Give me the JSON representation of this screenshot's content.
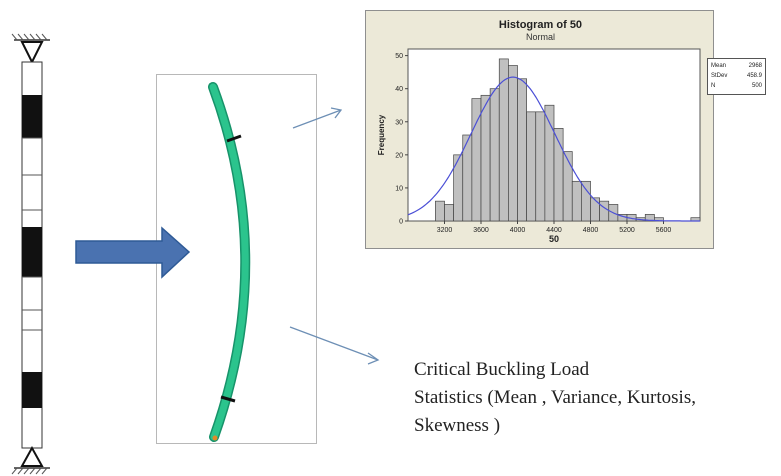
{
  "chart_data": {
    "type": "bar",
    "title": "Histogram of 50",
    "subtitle": "Normal",
    "xlabel": "50",
    "ylabel": "Frequency",
    "xlim": [
      2800,
      6000
    ],
    "ylim": [
      0,
      52
    ],
    "x_ticks": [
      3200,
      3600,
      4000,
      4400,
      4800,
      5200,
      5600
    ],
    "y_ticks": [
      0,
      10,
      20,
      30,
      40,
      50
    ],
    "bin_width": 100,
    "bins": [
      {
        "x": 3100,
        "value": 6
      },
      {
        "x": 3200,
        "value": 5
      },
      {
        "x": 3300,
        "value": 20
      },
      {
        "x": 3400,
        "value": 26
      },
      {
        "x": 3500,
        "value": 37
      },
      {
        "x": 3600,
        "value": 38
      },
      {
        "x": 3700,
        "value": 40
      },
      {
        "x": 3800,
        "value": 49
      },
      {
        "x": 3900,
        "value": 47
      },
      {
        "x": 4000,
        "value": 43
      },
      {
        "x": 4100,
        "value": 33
      },
      {
        "x": 4200,
        "value": 33
      },
      {
        "x": 4300,
        "value": 35
      },
      {
        "x": 4400,
        "value": 28
      },
      {
        "x": 4500,
        "value": 21
      },
      {
        "x": 4600,
        "value": 12
      },
      {
        "x": 4700,
        "value": 12
      },
      {
        "x": 4800,
        "value": 7
      },
      {
        "x": 4900,
        "value": 6
      },
      {
        "x": 5000,
        "value": 5
      },
      {
        "x": 5100,
        "value": 2
      },
      {
        "x": 5200,
        "value": 2
      },
      {
        "x": 5300,
        "value": 1
      },
      {
        "x": 5400,
        "value": 2
      },
      {
        "x": 5500,
        "value": 1
      },
      {
        "x": 5900,
        "value": 1
      }
    ],
    "fit": {
      "type": "normal",
      "mean": 2968,
      "stdev": 458.9,
      "peak": 43.5,
      "curve_center": 3950,
      "color": "#4b4fd6"
    },
    "legend": {
      "position": "top-right",
      "rows": [
        {
          "label": "Mean",
          "value": "2968"
        },
        {
          "label": "StDev",
          "value": "458.9"
        },
        {
          "label": "N",
          "value": "500"
        }
      ]
    },
    "bar_color": "#c0c0c0",
    "panel_color": "#ece9d8"
  },
  "caption": {
    "line1": "Critical Buckling Load",
    "line2": "Statistics (Mean , Variance,  Kurtosis,",
    "line3": "Skewness )"
  },
  "colors": {
    "arrow": "#4a72b0",
    "rod": "#2bc48d",
    "rod_dark": "#17936a",
    "pointer": "#6d8fb5"
  }
}
